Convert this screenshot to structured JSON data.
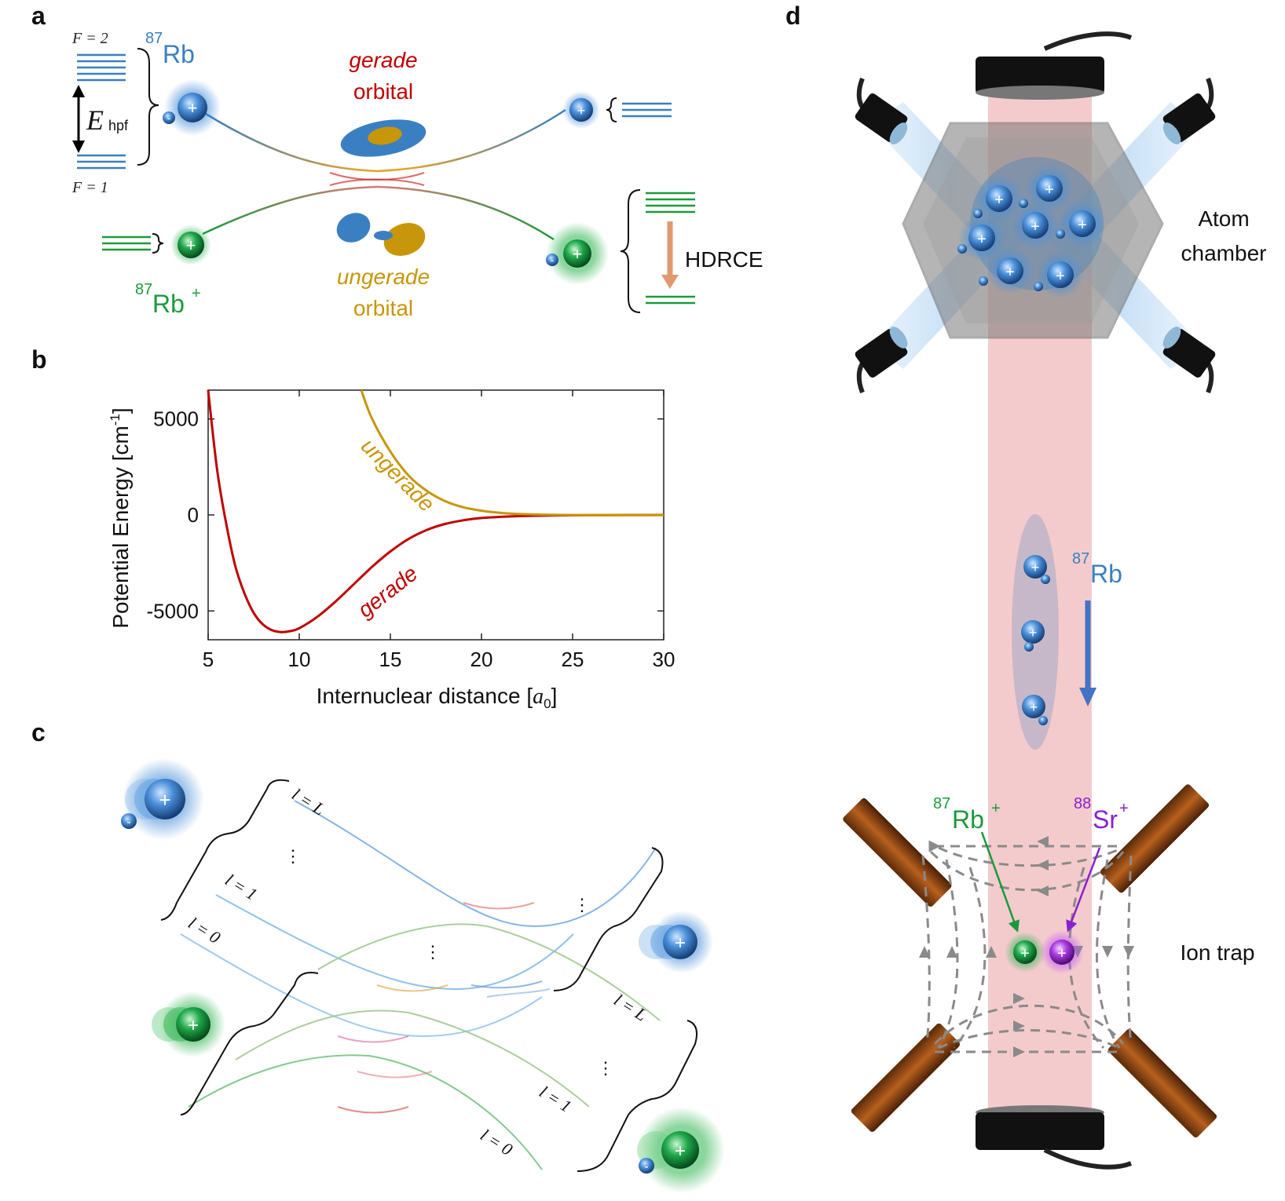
{
  "panels": {
    "a": "a",
    "b": "b",
    "c": "c",
    "d": "d"
  },
  "panel_a": {
    "rb_mass": "87",
    "rb_symbol": "Rb",
    "ion_mass": "87",
    "ion_symbol": "Rb",
    "ion_charge": "+",
    "f2": "F = 2",
    "f1": "F = 1",
    "ehpf_main": "E",
    "ehpf_sub": "hpf",
    "gerade_1": "gerade",
    "gerade_2": "orbital",
    "ungerade_1": "ungerade",
    "ungerade_2": "orbital",
    "hdrce": "HDRCE",
    "plus": "+",
    "minus": "-"
  },
  "chart_data": {
    "type": "line",
    "xlabel": "Internuclear distance [a0]",
    "xlabel_prefix": "Internuclear distance [",
    "xlabel_var": "a",
    "xlabel_sub": "0",
    "xlabel_suffix": "]",
    "ylabel": "Potential Energy [cm-1]",
    "ylabel_main": "Potential Energy [cm",
    "ylabel_sup": "-1",
    "ylabel_suffix": "]",
    "xlim": [
      5,
      30
    ],
    "ylim": [
      -6500,
      6500
    ],
    "xticks": [
      "5",
      "10",
      "15",
      "20",
      "25",
      "30"
    ],
    "yticks": [
      "5000",
      "0",
      "-5000"
    ],
    "ytick_values": [
      5000,
      0,
      -5000
    ],
    "xtick_values": [
      5,
      10,
      15,
      20,
      25,
      30
    ],
    "grid": false,
    "series": [
      {
        "name": "gerade",
        "color": "#c00000",
        "x": [
          5.0,
          5.5,
          6.0,
          6.5,
          7.0,
          7.5,
          8.0,
          8.5,
          9.0,
          9.5,
          10.0,
          11.0,
          12.0,
          13.0,
          14.0,
          15.0,
          16.0,
          17.0,
          18.0,
          19.0,
          20.0,
          22.0,
          24.0,
          26.0,
          28.0,
          30.0
        ],
        "y": [
          6500,
          2300,
          -500,
          -2700,
          -4100,
          -5100,
          -5700,
          -6000,
          -6100,
          -6050,
          -5900,
          -5300,
          -4500,
          -3600,
          -2700,
          -1900,
          -1250,
          -780,
          -470,
          -280,
          -160,
          -60,
          -25,
          -10,
          -5,
          -2
        ]
      },
      {
        "name": "ungerade",
        "color": "#c8960a",
        "x": [
          13.4,
          14.0,
          15.0,
          16.0,
          17.0,
          18.0,
          19.0,
          20.0,
          21.0,
          22.0,
          24.0,
          26.0,
          28.0,
          30.0
        ],
        "y": [
          6500,
          5000,
          3300,
          2050,
          1250,
          720,
          400,
          220,
          110,
          50,
          5,
          -10,
          -12,
          -10
        ]
      }
    ],
    "annotations": [
      "ungerade",
      "gerade"
    ]
  },
  "panel_c": {
    "labels_top": [
      "l = L",
      "⋮",
      "l = 1",
      "l = 0"
    ],
    "labels_bottom": [
      "l = L",
      "⋮",
      "l = 1",
      "l = 0"
    ],
    "dots": "⋮"
  },
  "panel_d": {
    "atom_chamber_1": "Atom",
    "atom_chamber_2": "chamber",
    "rb_mass": "87",
    "rb_symbol": "Rb",
    "rbion_mass": "87",
    "rbion_symbol": "Rb",
    "rbion_charge": "+",
    "sr_mass": "88",
    "sr_symbol": "Sr",
    "sr_charge": "+",
    "ion_trap": "Ion trap"
  },
  "colors": {
    "rb_blue": "#3a7fc1",
    "ion_green": "#1a9a3a",
    "gerade_red": "#c00000",
    "ungerade_gold": "#c8960a",
    "sr_purple": "#8a1fd0",
    "beam_pink": "#f0b9bb"
  }
}
